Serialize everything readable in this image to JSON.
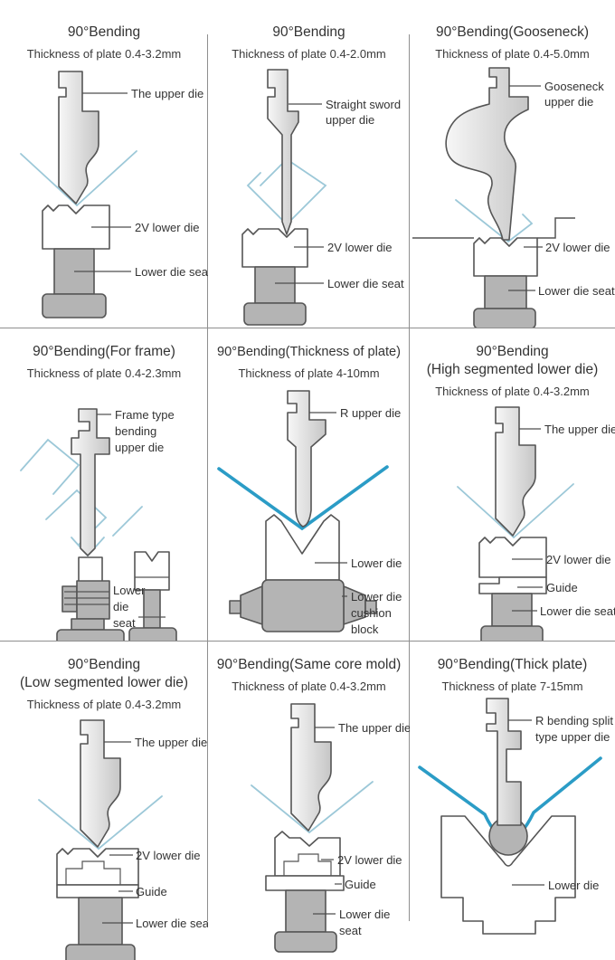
{
  "page": {
    "background": "#ffffff"
  },
  "colors": {
    "grid_line": "#8f8f8f",
    "text": "#333333",
    "die_outline": "#555555",
    "seat_fill": "#b4b4b4",
    "plate_thin_blue": "#9cc8d8",
    "plate_thick_blue": "#2b9cc6"
  },
  "cells": [
    {
      "id": "standard-bending",
      "title_lines": [
        "90°Bending"
      ],
      "subtitle": "Thickness of plate 0.4-3.2mm",
      "labels": {
        "upper": [
          "The upper die"
        ],
        "lower": [
          "2V lower die"
        ],
        "seat": [
          "Lower die seat"
        ]
      }
    },
    {
      "id": "straight-sword",
      "title_lines": [
        "90°Bending"
      ],
      "subtitle": "Thickness of plate 0.4-2.0mm",
      "labels": {
        "upper": [
          "Straight sword",
          "upper die"
        ],
        "lower": [
          "2V lower die"
        ],
        "seat": [
          "Lower die seat"
        ]
      }
    },
    {
      "id": "gooseneck",
      "title_lines": [
        "90°Bending(Gooseneck)"
      ],
      "subtitle": "Thickness of plate 0.4-5.0mm",
      "labels": {
        "upper": [
          "Gooseneck",
          "upper die"
        ],
        "lower": [
          "2V lower die"
        ],
        "seat": [
          "Lower die seat"
        ]
      }
    },
    {
      "id": "for-frame",
      "title_lines": [
        "90°Bending(For frame)"
      ],
      "subtitle": "Thickness of plate 0.4-2.3mm",
      "labels": {
        "upper": [
          "Frame type",
          "bending",
          "upper die"
        ],
        "seat": [
          "Lower",
          "die",
          "seat"
        ]
      }
    },
    {
      "id": "thickness-of-plate",
      "title_lines": [
        "90°Bending(Thickness of plate)"
      ],
      "subtitle": "Thickness of plate 4-10mm",
      "labels": {
        "upper": [
          "R upper die"
        ],
        "lower": [
          "Lower die"
        ],
        "cushion": [
          "Lower die",
          "cushion",
          "block"
        ]
      }
    },
    {
      "id": "high-segmented",
      "title_lines": [
        "90°Bending",
        "(High segmented lower die)"
      ],
      "subtitle": "Thickness of plate 0.4-3.2mm",
      "labels": {
        "upper": [
          "The upper die"
        ],
        "lower": [
          "2V lower die"
        ],
        "guide": [
          "Guide"
        ],
        "seat": [
          "Lower die seat"
        ]
      }
    },
    {
      "id": "low-segmented",
      "title_lines": [
        "90°Bending",
        "(Low segmented lower die)"
      ],
      "subtitle": "Thickness of plate 0.4-3.2mm",
      "labels": {
        "upper": [
          "The upper die"
        ],
        "lower": [
          "2V lower die"
        ],
        "guide": [
          "Guide"
        ],
        "seat": [
          "Lower die seat"
        ]
      }
    },
    {
      "id": "same-core-mold",
      "title_lines": [
        "90°Bending(Same core mold)"
      ],
      "subtitle": "Thickness of plate 0.4-3.2mm",
      "labels": {
        "upper": [
          "The upper die"
        ],
        "lower": [
          "2V lower die"
        ],
        "guide": [
          "Guide"
        ],
        "seat": [
          "Lower die",
          "seat"
        ]
      }
    },
    {
      "id": "thick-plate",
      "title_lines": [
        "90°Bending(Thick plate)"
      ],
      "subtitle": "Thickness of plate 7-15mm",
      "labels": {
        "upper": [
          "R bending split",
          "type upper die"
        ],
        "lower": [
          "Lower die"
        ]
      }
    }
  ]
}
